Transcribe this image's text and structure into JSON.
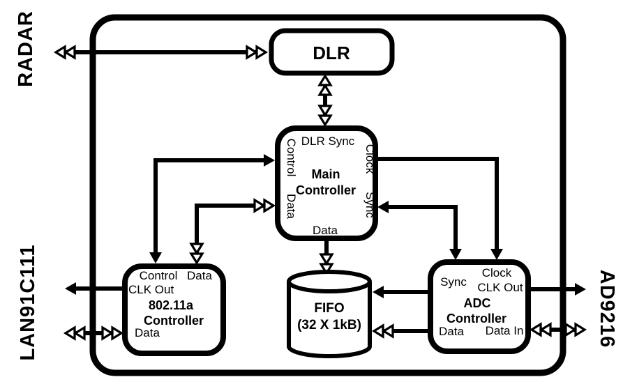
{
  "colors": {
    "ink": "#000000",
    "background": "#ffffff"
  },
  "external": {
    "radar": "RADAR",
    "lan91c111": "LAN91C111",
    "ad9216": "AD9216"
  },
  "dlr": {
    "title": "DLR"
  },
  "main_controller": {
    "title1": "Main",
    "title2": "Controller",
    "port_top": "DLR Sync",
    "port_left_top": "Control",
    "port_left_bottom": "Data",
    "port_right_top": "Clock",
    "port_right_bottom": "Sync",
    "port_bottom": "Data"
  },
  "wlan_controller": {
    "title1": "802.11a",
    "title2": "Controller",
    "port_top_left": "Control",
    "port_top_right": "Data",
    "port_left_top": "CLK Out",
    "port_left_bottom": "Data"
  },
  "adc_controller": {
    "title1": "ADC",
    "title2": "Controller",
    "port_top_left": "Sync",
    "port_top_right": "Clock",
    "port_right_top": "CLK Out",
    "port_left_bottom": "Data",
    "port_right_bottom": "Data In"
  },
  "fifo": {
    "title1": "FIFO",
    "title2": "(32 X 1kB)"
  }
}
